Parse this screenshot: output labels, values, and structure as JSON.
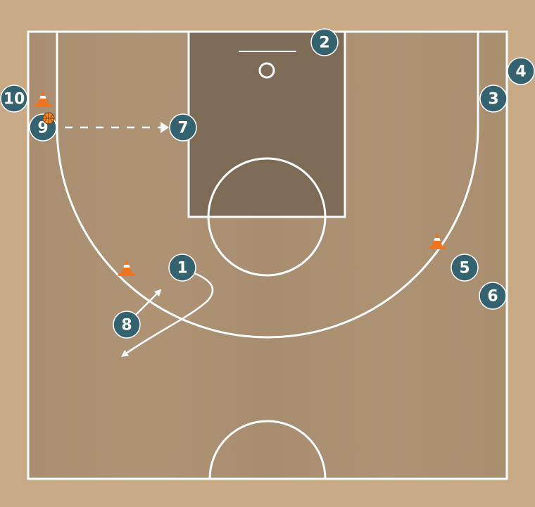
{
  "colors": {
    "floor_outer": "#c8ab86",
    "floor_inner": "#ab9073",
    "paint": "#7d6b55",
    "lines": "#ffffff",
    "player_fill": "#34636f",
    "cone_orange": "#f0731f",
    "ball": "#ee8a2a"
  },
  "players": [
    {
      "label": "1"
    },
    {
      "label": "2"
    },
    {
      "label": "3"
    },
    {
      "label": "4"
    },
    {
      "label": "5"
    },
    {
      "label": "6"
    },
    {
      "label": "7"
    },
    {
      "label": "8"
    },
    {
      "label": "9"
    },
    {
      "label": "10"
    }
  ],
  "cones": [
    "cone-near-10",
    "cone-left-wing",
    "cone-right-wing"
  ],
  "actions": [
    {
      "type": "pass",
      "from": "9",
      "to": "7",
      "style": "dashed"
    },
    {
      "type": "cut",
      "player": "1",
      "style": "curved"
    },
    {
      "type": "move",
      "player": "8",
      "style": "diagonal"
    }
  ]
}
